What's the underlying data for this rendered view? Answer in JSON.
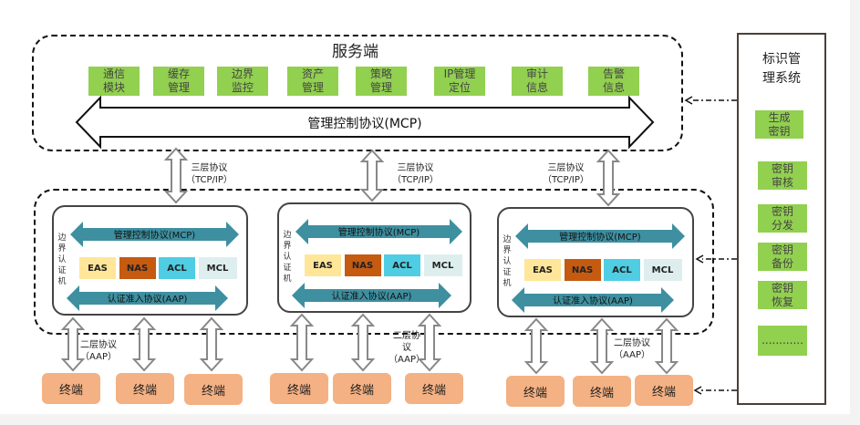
{
  "server": {
    "title": "服务端",
    "modules": [
      "通信\n模块",
      "缓存\n管理",
      "边界\n监控",
      "资产\n管理",
      "策略\n管理",
      "IP管理\n定位",
      "审计\n信息",
      "告警\n信息"
    ],
    "mcp_label": "管理控制协议(MCP)"
  },
  "layer3": {
    "label": "三层协议\n（TCP/IP）"
  },
  "gateways": [
    {
      "side_label": "边\n界\n认\n证\n机",
      "mcp_label": "管理控制协议(MCP)",
      "aap_label": "认证准入协议(AAP)",
      "modules": [
        {
          "name": "EAS"
        },
        {
          "name": "NAS"
        },
        {
          "name": "ACL"
        },
        {
          "name": "MCL"
        }
      ]
    },
    {
      "side_label": "边\n界\n认\n证\n机",
      "mcp_label": "管理控制协议(MCP)",
      "aap_label": "认证准入协议(AAP)",
      "modules": [
        {
          "name": "EAS"
        },
        {
          "name": "NAS"
        },
        {
          "name": "ACL"
        },
        {
          "name": "MCL"
        }
      ]
    },
    {
      "side_label": "边\n界\n认\n证\n机",
      "mcp_label": "管理控制协议(MCP)",
      "aap_label": "认证准入协议(AAP)",
      "modules": [
        {
          "name": "EAS"
        },
        {
          "name": "NAS"
        },
        {
          "name": "ACL"
        },
        {
          "name": "MCL"
        }
      ]
    }
  ],
  "layer2": {
    "label_1": "二层协议\n（AAP）",
    "label_2": "二层协\n议\n（AAP）",
    "label_3": "二层协议\n（AAP）"
  },
  "terminal_label": "终端",
  "id_system": {
    "title": "标识管\n理系统",
    "items": [
      "生成\n密钥",
      "密钥\n审核",
      "密钥\n分发",
      "密钥\n备份",
      "密钥\n恢复",
      "............"
    ]
  },
  "colors": {
    "green": "#92d050",
    "teal_arrow": "#3e8fa0",
    "eas": "#ffe699",
    "nas": "#c55a11",
    "acl": "#4fcde3",
    "mcl": "#deeeee",
    "terminal": "#f4b183"
  }
}
